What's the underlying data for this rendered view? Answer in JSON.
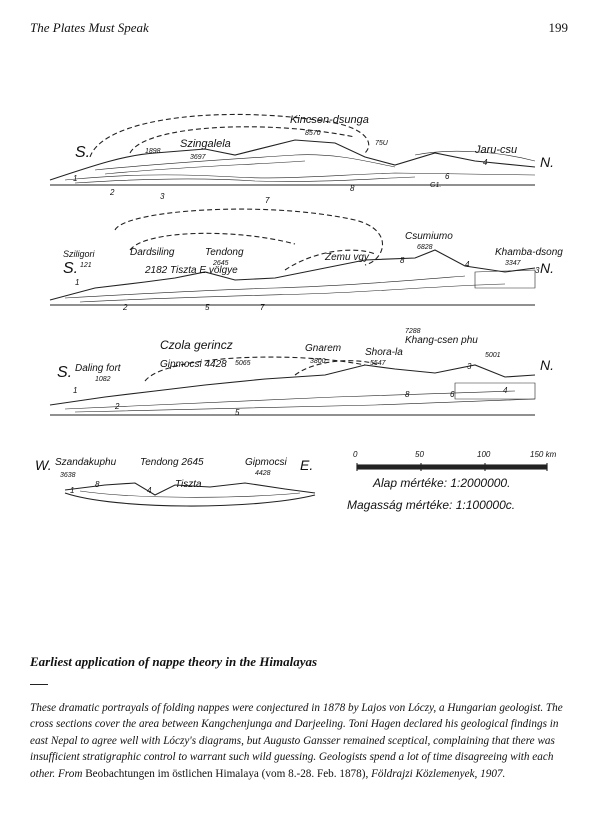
{
  "header": {
    "running_title": "The Plates Must Speak",
    "page_number": "199"
  },
  "figure": {
    "section1": {
      "left": "S.",
      "right": "N.",
      "peak": "Kincsen-dsunga",
      "peak_elev": "8570",
      "s2": "Szingalela",
      "s2_elev": "3697",
      "s3": "1898",
      "s4": "75U",
      "s5": "Jaru-csu",
      "n1": "1",
      "n2": "2",
      "n3": "3",
      "n4": "4",
      "n6": "6",
      "n7": "7",
      "n8": "8",
      "g": "G1."
    },
    "section2": {
      "left": "S.",
      "right": "N.",
      "a": "Sziligori",
      "a_elev": "121",
      "b": "Dardsiling",
      "c": "Tendong",
      "c_elev": "2645",
      "d": "2182 Tiszta E.völgye",
      "e": "Zemu vgy",
      "f": "Csumiumo",
      "f_elev": "6828",
      "g": "Khamba-dsong",
      "g_elev": "3347",
      "n1": "1",
      "n2": "2",
      "n3": "3",
      "n4": "4",
      "n5": "5",
      "n7": "7",
      "n8": "8"
    },
    "section3": {
      "left": "S.",
      "right": "N.",
      "a": "Czola gerincz",
      "b": "Daling fort",
      "b_elev": "1082",
      "c": "Gipmocsi 4428",
      "d": "5065",
      "e": "Gnarem",
      "e_elev": "3800",
      "f": "7288",
      "g": "Khang-csen phu",
      "h": "Shora-la",
      "h_elev": "5547",
      "i": "5001",
      "n1": "1",
      "n2": "2",
      "n3": "3",
      "n4": "4",
      "n5": "5",
      "n6": "6",
      "n8": "8"
    },
    "section4": {
      "left": "W.",
      "right": "E.",
      "a": "Szandakuphu",
      "a_elev": "3638",
      "b": "Tendong 2645",
      "c": "Gipmocsi",
      "c_elev": "4428",
      "d": "Tiszta",
      "n1": "1",
      "n4": "4",
      "n8": "8"
    },
    "scale": {
      "t0": "0",
      "t50": "50",
      "t100": "100",
      "t150": "150 km",
      "alap": "Alap mértéke: 1:2000000.",
      "magassag": "Magasság mértéke: 1:100000c."
    }
  },
  "caption": {
    "title": "Earliest application of nappe theory in the Himalayas",
    "body": "These dramatic portrayals of folding nappes were conjectured in 1878 by Lajos von Lóczy, a Hungarian geologist. The cross sections cover the area between Kangchenjunga and Darjeeling. Toni Hagen declared his geological findings in east Nepal to agree well with Lóczy's diagrams, but Augusto Gansser remained sceptical, complaining that there was insufficient stratigraphic control to warrant such wild guessing. Geologists spend a lot of time disagreeing with each other.",
    "from_label": "From",
    "source_title": "Beobachtungen im östlichen Himalaya (vom 8.-28. Feb. 1878),",
    "source_journal": "Földrajzi Közlemenyek, 1907."
  }
}
